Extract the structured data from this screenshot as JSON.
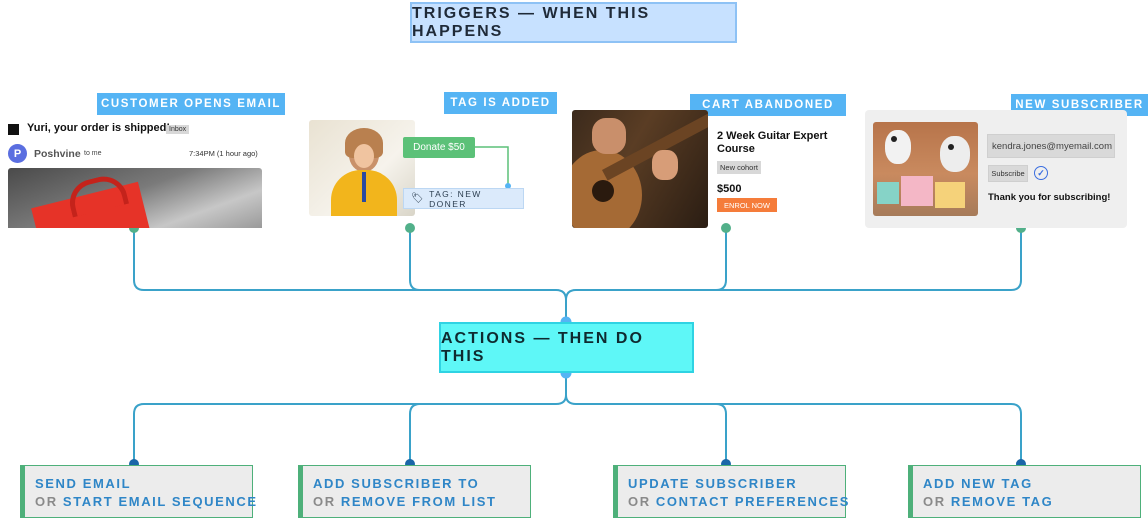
{
  "header_trigger": "TRIGGERS — WHEN THIS HAPPENS",
  "header_action": "ACTIONS — THEN DO THIS",
  "triggers": {
    "customer_opens_email": {
      "label": "CUSTOMER OPENS EMAIL",
      "subject": "Yuri, your order is shipped!",
      "inbox_chip": "Inbox",
      "sender": "Poshvine",
      "to_me": "to me",
      "time": "7:34PM (1 hour ago)"
    },
    "tag_is_added": {
      "label": "TAG IS ADDED",
      "donate": "Donate $50",
      "tag": "TAG: NEW DONER"
    },
    "cart_abandoned": {
      "label": "CART ABANDONED",
      "course_title": "2 Week Guitar Expert Course",
      "cohort_chip": "New cohort",
      "price": "$500",
      "enrol": "ENROL NOW"
    },
    "new_subscriber": {
      "label": "NEW SUBSCRIBER",
      "email": "kendra.jones@myemail.com",
      "subscribe": "Subscribe",
      "thanks": "Thank you for subscribing!"
    }
  },
  "actions": {
    "a1": {
      "line1": "SEND EMAIL",
      "or": "OR",
      "line2": "START EMAIL SEQUENCE"
    },
    "a2": {
      "line1": "ADD SUBSCRIBER TO",
      "or": "OR",
      "line2": "REMOVE FROM LIST"
    },
    "a3": {
      "line1": "UPDATE SUBSCRIBER",
      "or": "OR",
      "line2": "CONTACT PREFERENCES"
    },
    "a4": {
      "line1": "ADD NEW TAG",
      "or": "OR",
      "line2": "REMOVE TAG"
    }
  },
  "colors": {
    "trigger_wire": "#52b08a",
    "action_wire": "#2f86c7",
    "label_bg": "#55b4f4"
  }
}
